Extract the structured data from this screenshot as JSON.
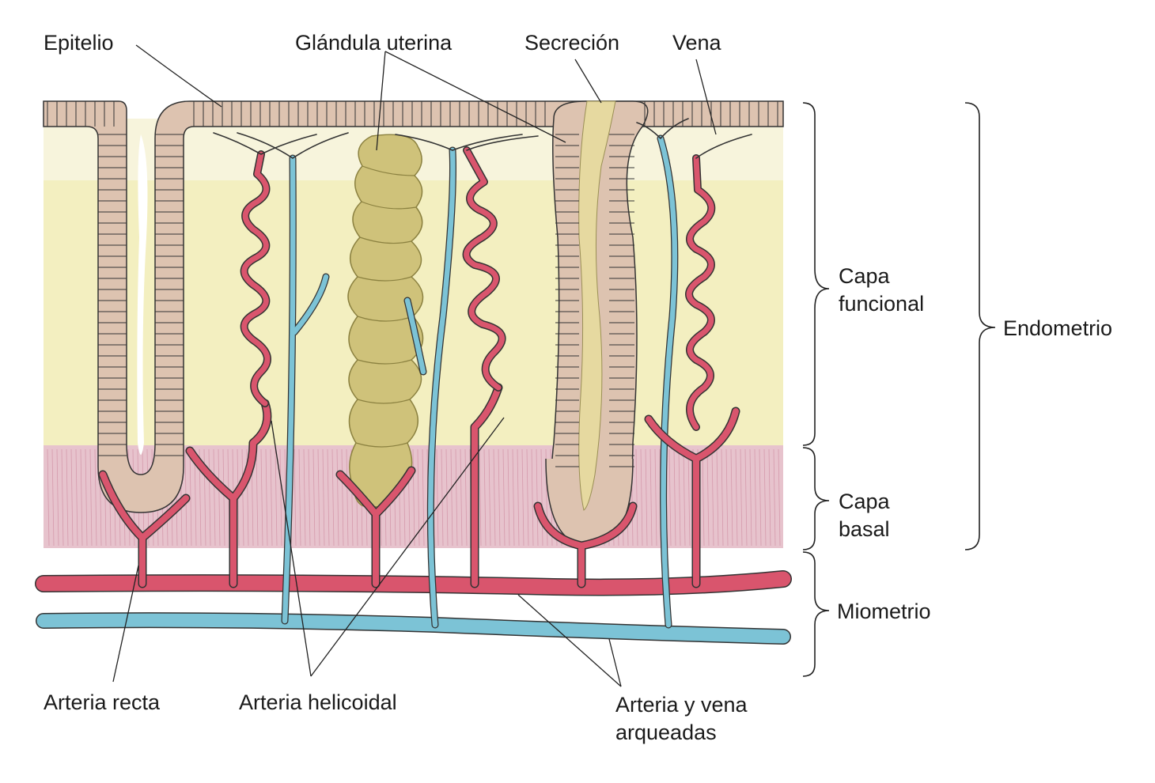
{
  "labels": {
    "epitelio": "Epitelio",
    "glandula": "Glándula uterina",
    "secrecion": "Secreción",
    "vena": "Vena",
    "capa_funcional_1": "Capa",
    "capa_funcional_2": "funcional",
    "endometrio": "Endometrio",
    "capa_basal_1": "Capa",
    "capa_basal_2": "basal",
    "miometrio": "Miometrio",
    "arteria_recta": "Arteria recta",
    "arteria_helicoidal": "Arteria helicoidal",
    "arqueadas_1": "Arteria y vena",
    "arqueadas_2": "arqueadas"
  },
  "colors": {
    "functional_layer": "#f3efc0",
    "functional_top": "#f7f4dc",
    "basal_layer": "#e7c3cd",
    "epithelium": "#ddc3b0",
    "gland": "#cfc27a",
    "secretion": "#e6d9a0",
    "artery": "#d9556d",
    "vein": "#7cc3d6"
  }
}
